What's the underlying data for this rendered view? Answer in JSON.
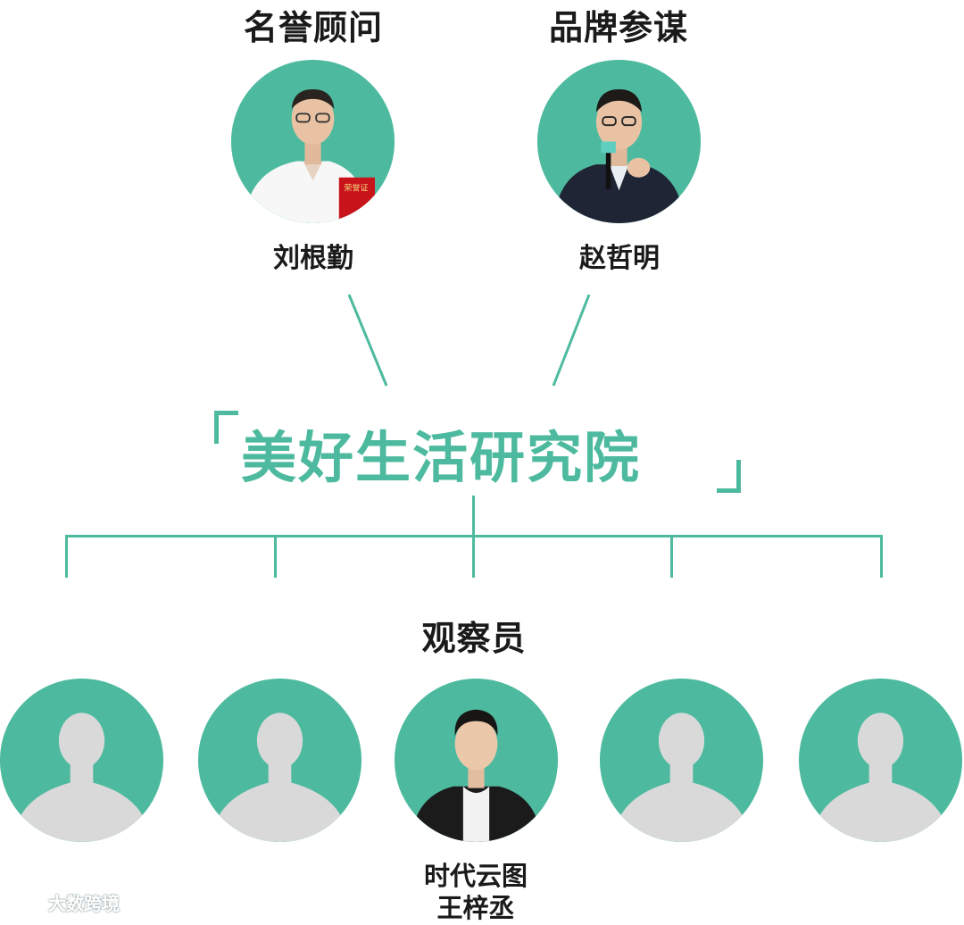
{
  "top": {
    "left_title": "名誉顾问",
    "left_name": "刘根勤",
    "right_title": "品牌参谋",
    "right_name": "赵哲明"
  },
  "center_title": "美好生活研究院",
  "observers": {
    "title": "观察员",
    "member_company": "时代云图",
    "member_name": "王梓丞"
  },
  "watermark": "大数跨境",
  "colors": {
    "accent": "#4dba9f",
    "placeholder_silhouette": "#d9d9d9"
  }
}
